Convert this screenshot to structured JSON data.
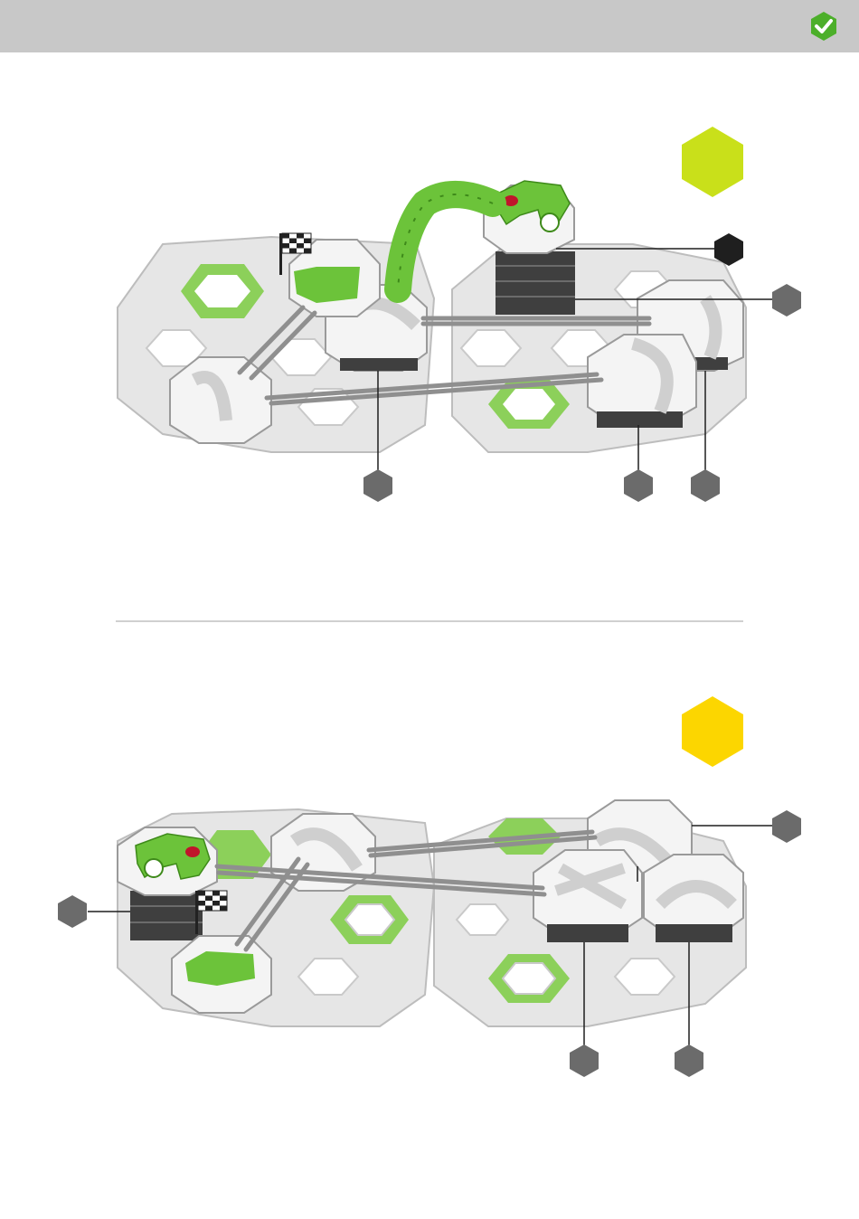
{
  "header": {
    "background_color": "#c8c8c8",
    "status_icon": "check-circle-icon",
    "status_color": "#4caf2a"
  },
  "puzzles": [
    {
      "difficulty_color": "#c9e01a",
      "difficulty_icon": "hexagon-icon",
      "callout_markers": [
        "black-hexagon",
        "grey-hexagon",
        "grey-hexagon",
        "grey-hexagon",
        "grey-hexagon"
      ]
    },
    {
      "difficulty_color": "#fcd600",
      "difficulty_icon": "hexagon-icon",
      "callout_markers": [
        "grey-hexagon",
        "grey-hexagon",
        "grey-hexagon",
        "grey-hexagon"
      ]
    }
  ],
  "colors": {
    "tile": "#e9e9e9",
    "tile_edge": "#b9b9b9",
    "accent_green": "#74c442",
    "piece_white": "#f4f4f4",
    "stack_dark": "#3f3f3f",
    "rail": "#8f8f8f",
    "marker_grey": "#6b6b6b",
    "marker_black": "#1f1f1f"
  }
}
